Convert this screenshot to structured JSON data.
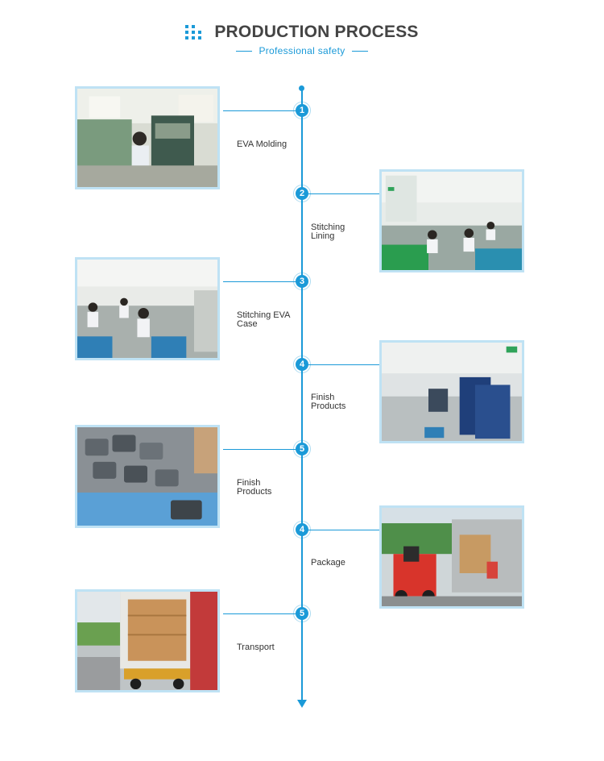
{
  "header": {
    "title": "PRODUCTION PROCESS",
    "subtitle": "Professional safety"
  },
  "steps": [
    {
      "number": "1",
      "label": "EVA Molding"
    },
    {
      "number": "2",
      "label": "Stitching\nLining"
    },
    {
      "number": "3",
      "label": "Stitching EVA\nCase"
    },
    {
      "number": "4",
      "label": "Finish\nProducts"
    },
    {
      "number": "5",
      "label": "Finish\nProducts"
    },
    {
      "number": "4",
      "label": "Package"
    },
    {
      "number": "5",
      "label": "Transport"
    }
  ],
  "colors": {
    "accent": "#1b9ad8",
    "title": "#444444",
    "label": "#333333"
  }
}
